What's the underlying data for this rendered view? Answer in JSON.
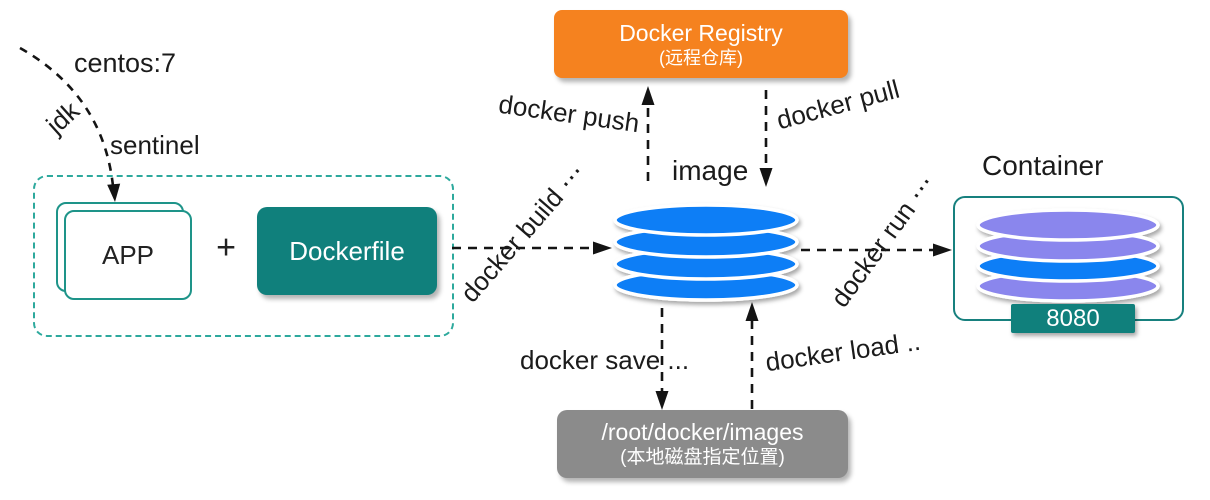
{
  "labels": {
    "centos": "centos:7",
    "jdk": "jdk",
    "sentinel": "sentinel",
    "docker_push": "docker push",
    "docker_pull": "docker pull",
    "docker_build": "docker build ⋯",
    "docker_run": "docker run ⋯",
    "docker_save": "docker save ...",
    "docker_load": "docker load ..",
    "image": "image",
    "container": "Container",
    "plus": "+"
  },
  "nodes": {
    "app": {
      "label": "APP"
    },
    "dockerfile": {
      "label": "Dockerfile"
    },
    "registry": {
      "title": "Docker Registry",
      "subtitle": "(远程仓库)"
    },
    "local_storage": {
      "title": "/root/docker/images",
      "subtitle": "(本地磁盘指定位置)"
    },
    "port": {
      "label": "8080"
    }
  },
  "colors": {
    "orange": "#f5821f",
    "teal_fill": "#10807c",
    "teal_border": "#17807e",
    "teal_dashed": "#2da99d",
    "disk_blue": "#0d7ef6",
    "disk_purple": "#8a86ed",
    "gray": "#8b8b8b",
    "arrow_black": "#141414"
  }
}
